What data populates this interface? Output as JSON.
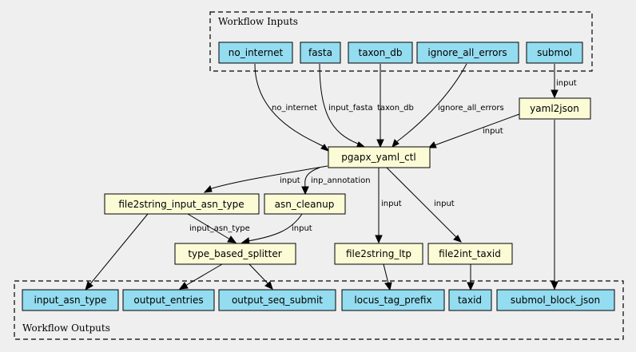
{
  "clusters": {
    "inputs": "Workflow Inputs",
    "outputs": "Workflow Outputs"
  },
  "inputs": {
    "no_internet": "no_internet",
    "fasta": "fasta",
    "taxon_db": "taxon_db",
    "ignore_all_errors": "ignore_all_errors",
    "submol": "submol"
  },
  "steps": {
    "yaml2json": "yaml2json",
    "pgapx_yaml_ctl": "pgapx_yaml_ctl",
    "file2string_input_asn_type": "file2string_input_asn_type",
    "asn_cleanup": "asn_cleanup",
    "type_based_splitter": "type_based_splitter",
    "file2string_ltp": "file2string_ltp",
    "file2int_taxid": "file2int_taxid"
  },
  "outputs": {
    "input_asn_type": "input_asn_type",
    "output_entries": "output_entries",
    "output_seq_submit": "output_seq_submit",
    "locus_tag_prefix": "locus_tag_prefix",
    "taxid": "taxid",
    "submol_block_json": "submol_block_json"
  },
  "edge_labels": {
    "submol_to_yaml2json": "input",
    "no_internet": "no_internet",
    "input_fasta": "input_fasta",
    "taxon_db": "taxon_db",
    "ignore_all_errors": "ignore_all_errors",
    "yaml2json_to_ctl": "input",
    "ctl_to_file2string_input": "input",
    "inp_annotation": "inp_annotation",
    "ctl_to_ltp": "input",
    "ctl_to_taxid": "input",
    "input_asn_type": "input_asn_type",
    "cleanup_to_splitter": "input"
  }
}
